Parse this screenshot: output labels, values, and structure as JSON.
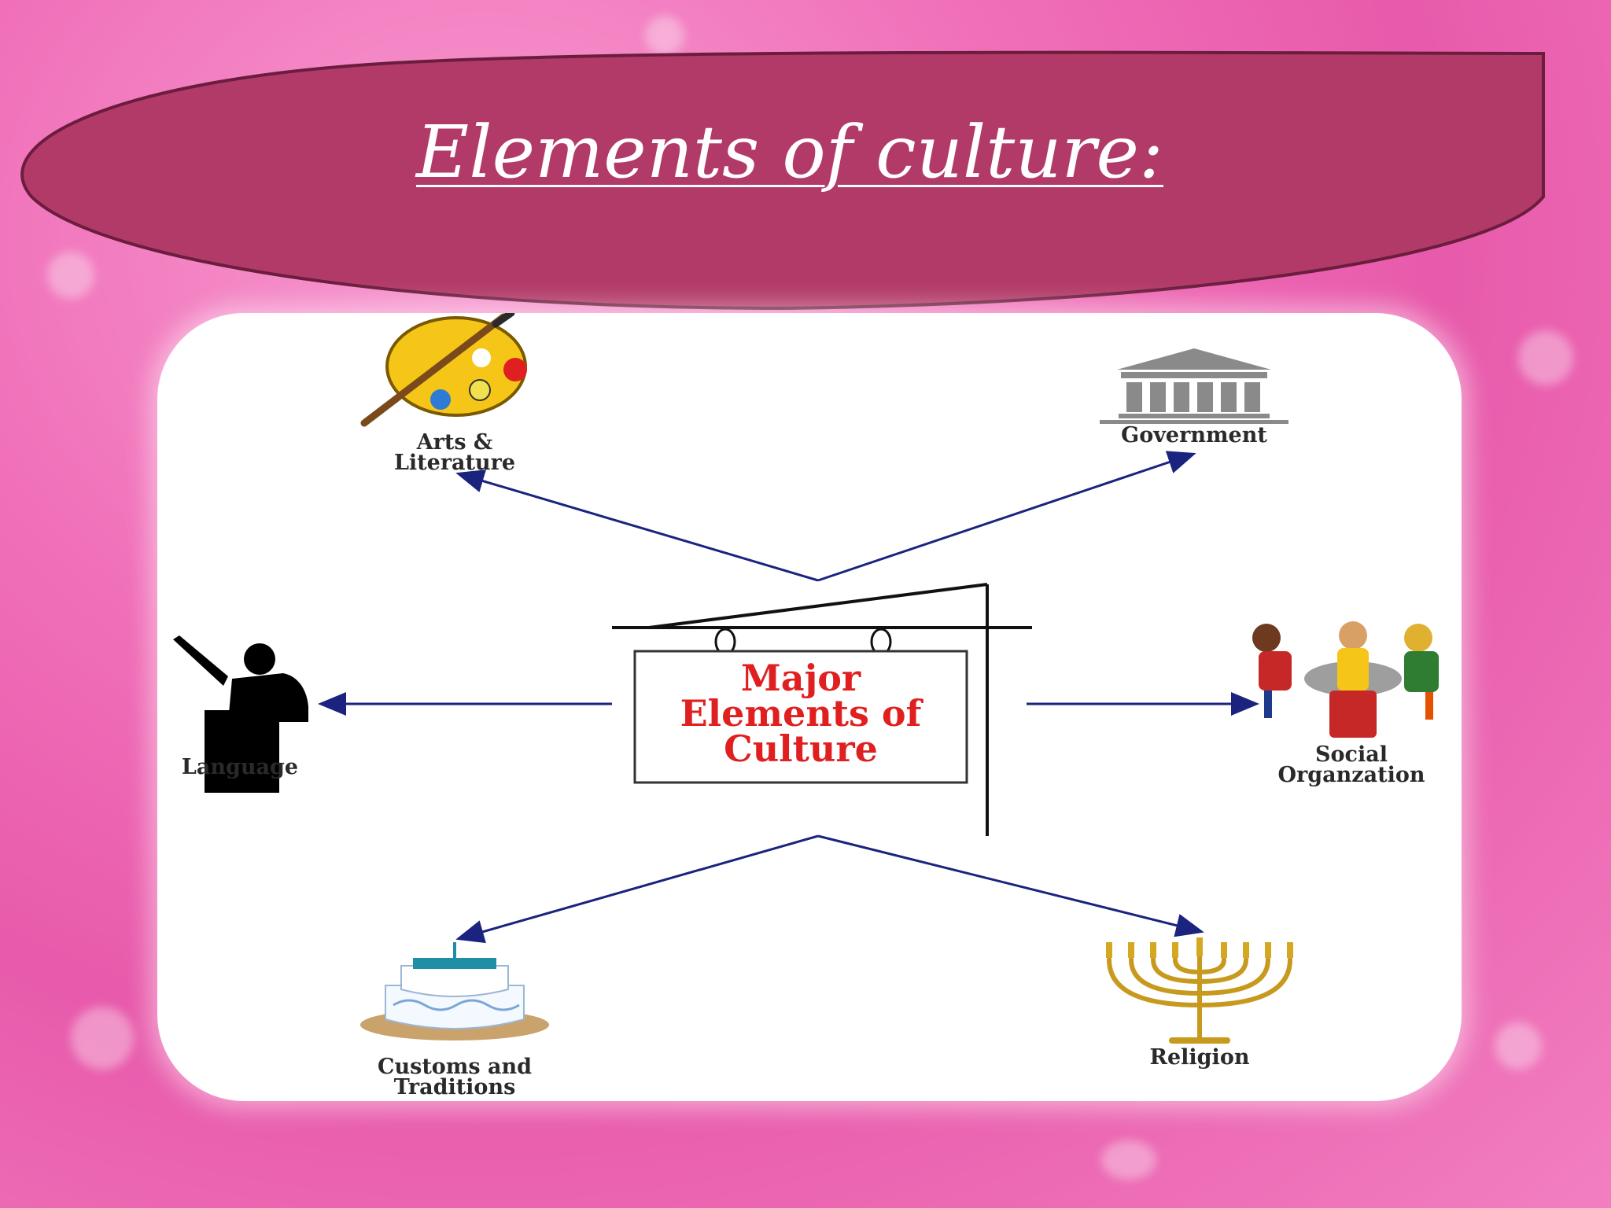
{
  "title": "Elements of culture:",
  "colors": {
    "background": "#f06fb8",
    "banner": "#b23a68",
    "center_text": "#e02020",
    "arrows": "#1a237e"
  },
  "diagram": {
    "center_label_lines": [
      "Major",
      "Elements of",
      "Culture"
    ],
    "nodes": {
      "arts": {
        "lines": [
          "Arts &",
          "Literature"
        ],
        "icon": "palette-icon"
      },
      "government": {
        "lines": [
          "Government"
        ],
        "icon": "government-building-icon"
      },
      "language": {
        "lines": [
          "Language"
        ],
        "icon": "speaker-podium-icon"
      },
      "social": {
        "lines": [
          "Social",
          "Organzation"
        ],
        "icon": "people-at-table-icon"
      },
      "customs": {
        "lines": [
          "Customs and",
          "Traditions"
        ],
        "icon": "cake-icon"
      },
      "religion": {
        "lines": [
          "Religion"
        ],
        "icon": "menorah-icon"
      }
    }
  }
}
